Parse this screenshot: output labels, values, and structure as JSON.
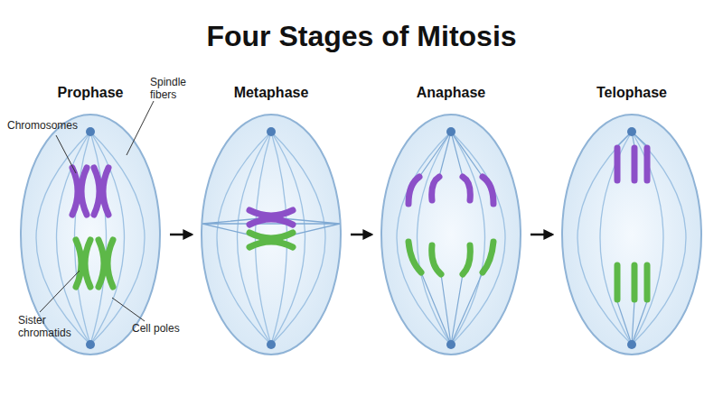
{
  "diagram": {
    "title": "Four Stages of Mitosis",
    "nodes": [
      {
        "text": [
          "Prophase"
        ]
      },
      {
        "text": [
          "Metaphase"
        ]
      },
      {
        "text": [
          "Anaphase"
        ]
      },
      {
        "text": [
          "Telophase"
        ]
      }
    ],
    "edges": [
      {
        "from": 0,
        "to": 1,
        "arrow": "to"
      },
      {
        "from": 1,
        "to": 2,
        "arrow": "to"
      },
      {
        "from": 2,
        "to": 3,
        "arrow": "to"
      }
    ],
    "labels": [
      "Chromosomes",
      "Spindle fibers",
      "Sister chromatids",
      "Cell poles"
    ]
  }
}
